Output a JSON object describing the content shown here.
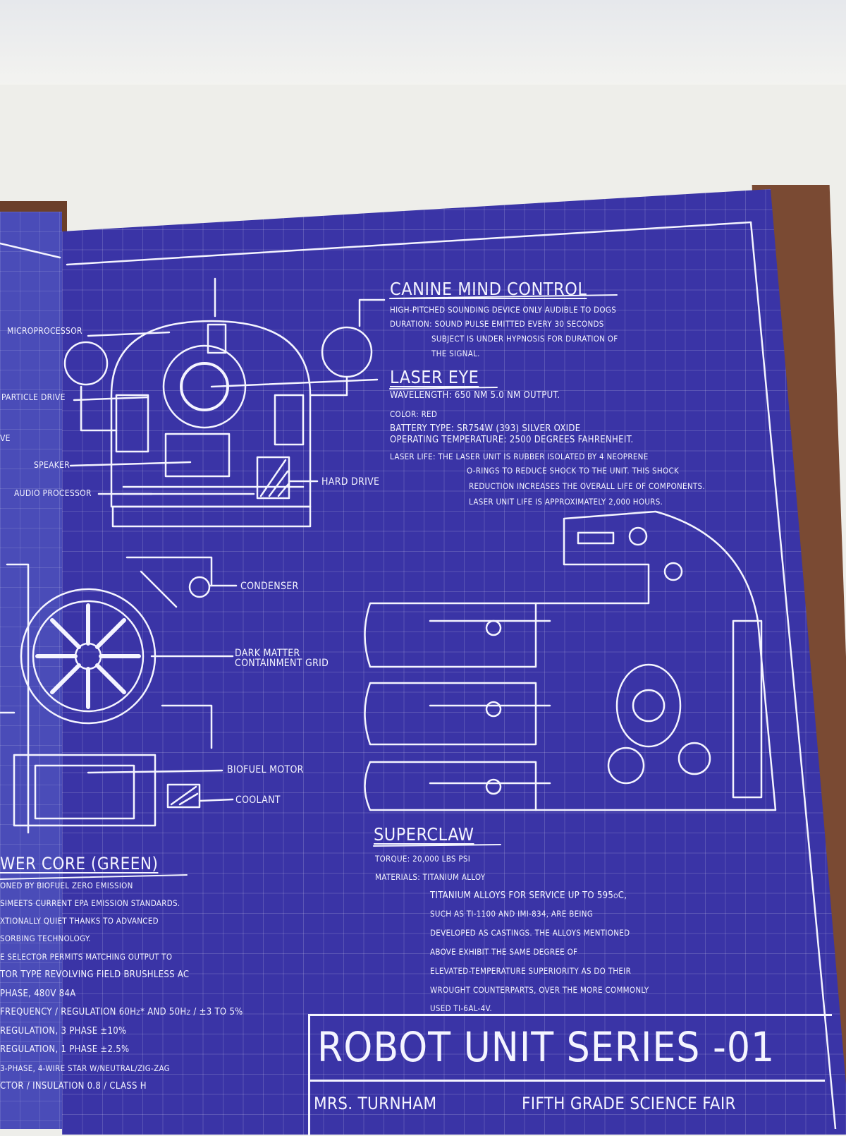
{
  "blueprint": {
    "canine_mind_control": {
      "heading": "CANINE MIND CONTROL",
      "lines": [
        "HIGH-PITCHED SOUNDING DEVICE ONLY AUDIBLE TO DOGS",
        "DURATION: SOUND PULSE EMITTED EVERY 30 SECONDS",
        "SUBJECT IS UNDER HYPNOSIS FOR DURATION OF",
        "THE SIGNAL."
      ]
    },
    "laser_eye": {
      "heading": "LASER EYE",
      "lines": [
        "WAVELENGTH: 650 NM 5.0 NM OUTPUT.",
        "COLOR: RED",
        "BATTERY TYPE: SR754W (393) SILVER OXIDE",
        "OPERATING TEMPERATURE: 2500 DEGREES FAHRENHEIT.",
        "LASER LIFE: THE LASER UNIT IS RUBBER ISOLATED BY 4 NEOPRENE",
        "O-RINGS TO REDUCE SHOCK TO THE UNIT. THIS SHOCK",
        "REDUCTION INCREASES THE OVERALL LIFE OF COMPONENTS.",
        "LASER UNIT LIFE IS APPROXIMATELY 2,000 HOURS."
      ]
    },
    "head_labels": {
      "microprocessor": "MICROPROCESSOR",
      "particle_drive": "PARTICLE DRIVE",
      "speaker": "SPEAKER",
      "audio_processor": "AUDIO PROCESSOR",
      "hard_drive": "HARD DRIVE",
      "left_fragment": "VE"
    },
    "core_labels": {
      "condenser": "CONDENSER",
      "dark_matter_1": "DARK MATTER",
      "dark_matter_2": "CONTAINMENT GRID",
      "biofuel_motor": "BIOFUEL MOTOR",
      "coolant": "COOLANT"
    },
    "power_core": {
      "heading": "WER CORE (GREEN)",
      "lines": [
        "ONED BY BIOFUEL ZERO EMISSION",
        "SIMEETS CURRENT EPA EMISSION STANDARDS.",
        "XTIONALLY QUIET THANKS TO ADVANCED",
        "SORBING TECHNOLOGY.",
        "E SELECTOR PERMITS MATCHING OUTPUT TO",
        "TOR TYPE REVOLVING FIELD BRUSHLESS AC",
        "PHASE, 480V 84A",
        "FREQUENCY / REGULATION 60Hz* AND 50Hz / ±3 TO 5%",
        "REGULATION, 3 PHASE ±10%",
        "REGULATION, 1 PHASE ±2.5%",
        "3-PHASE, 4-WIRE STAR W/NEUTRAL/ZIG-ZAG",
        "CTOR / INSULATION 0.8 / CLASS H"
      ]
    },
    "superclaw": {
      "heading": "SUPERCLAW",
      "lines": [
        "TORQUE: 20,000 LBS PSI",
        "MATERIALS: TITANIUM ALLOY",
        "TITANIUM ALLOYS FOR SERVICE UP TO 595oC,",
        "SUCH AS TI-1100 AND IMI-834, ARE BEING",
        "DEVELOPED AS CASTINGS. THE ALLOYS MENTIONED",
        "ABOVE EXHIBIT THE SAME DEGREE OF",
        "ELEVATED-TEMPERATURE SUPERIORITY AS DO THEIR",
        "WROUGHT COUNTERPARTS, OVER THE MORE COMMONLY",
        "USED TI-6AL-4V."
      ]
    },
    "title_block": {
      "title": "ROBOT UNIT SERIES -01",
      "teacher": "MRS. TURNHAM",
      "event": "FIFTH GRADE SCIENCE FAIR"
    }
  },
  "colors": {
    "blueprint": "#3a34a6",
    "ink": "#f4f4ff",
    "wall": "#eeeeea",
    "cover": "#7a4a33"
  }
}
